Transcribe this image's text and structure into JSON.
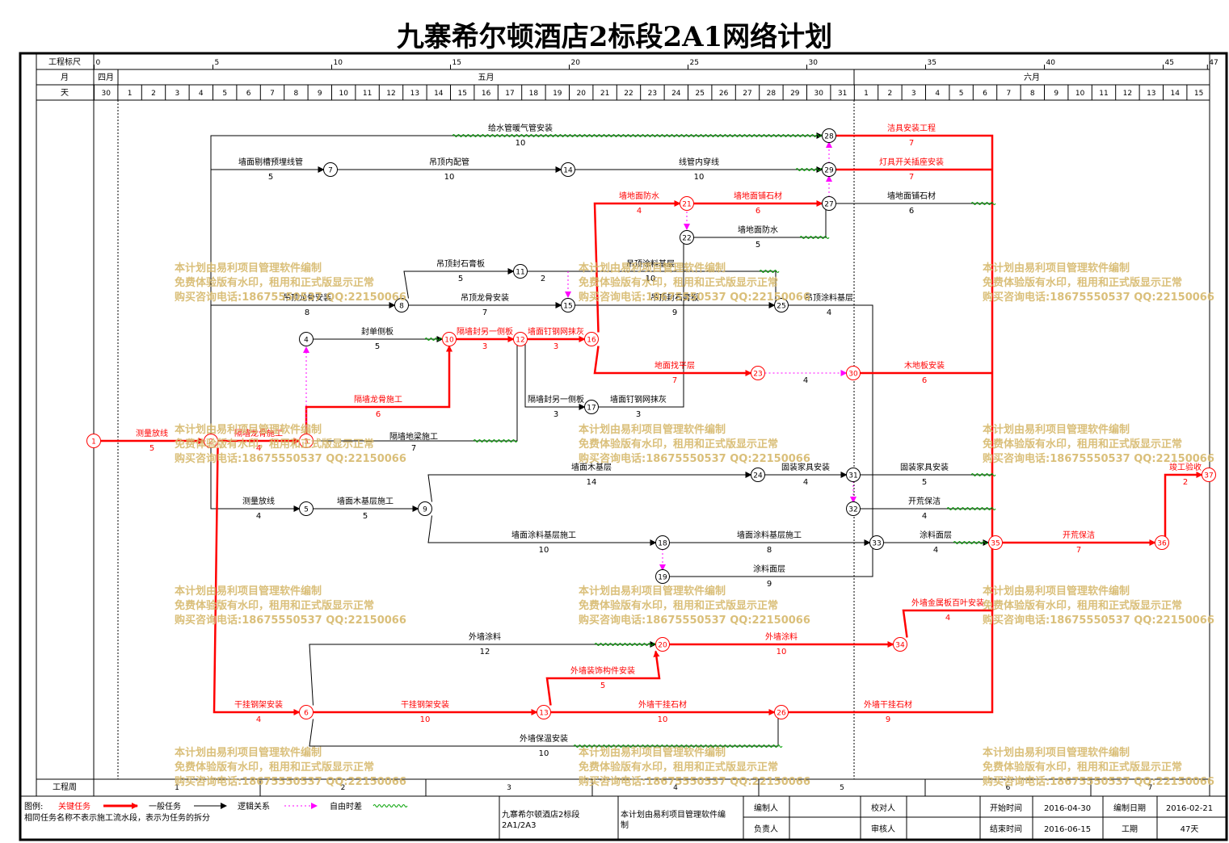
{
  "title": "九寨希尔顿酒店2标段2A1网络计划",
  "header": {
    "scale_label": "工程标尺",
    "month_label": "月",
    "day_label": "天",
    "week_label": "工程周",
    "scale_ticks": [
      "0",
      "5",
      "10",
      "15",
      "20",
      "25",
      "30",
      "35",
      "40",
      "45",
      "47"
    ],
    "months": [
      "四月",
      "五月",
      "六月"
    ],
    "days": [
      "30",
      "1",
      "2",
      "3",
      "4",
      "5",
      "6",
      "7",
      "8",
      "9",
      "10",
      "11",
      "12",
      "13",
      "14",
      "15",
      "16",
      "17",
      "18",
      "19",
      "20",
      "21",
      "22",
      "23",
      "24",
      "25",
      "26",
      "27",
      "28",
      "29",
      "30",
      "31",
      "1",
      "2",
      "3",
      "4",
      "5",
      "6",
      "7",
      "8",
      "9",
      "10",
      "11",
      "12",
      "13",
      "14",
      "15"
    ],
    "weeks": [
      "1",
      "2",
      "3",
      "4",
      "5",
      "6",
      "7"
    ]
  },
  "nodes": [
    {
      "id": "1",
      "critical": true
    },
    {
      "id": "2",
      "critical": true
    },
    {
      "id": "3",
      "critical": true
    },
    {
      "id": "4",
      "critical": false
    },
    {
      "id": "5",
      "critical": false
    },
    {
      "id": "6",
      "critical": true
    },
    {
      "id": "7",
      "critical": false
    },
    {
      "id": "8",
      "critical": false
    },
    {
      "id": "9",
      "critical": false
    },
    {
      "id": "10",
      "critical": true
    },
    {
      "id": "11",
      "critical": false
    },
    {
      "id": "12",
      "critical": true
    },
    {
      "id": "13",
      "critical": true
    },
    {
      "id": "14",
      "critical": false
    },
    {
      "id": "15",
      "critical": false
    },
    {
      "id": "16",
      "critical": true
    },
    {
      "id": "17",
      "critical": false
    },
    {
      "id": "18",
      "critical": false
    },
    {
      "id": "19",
      "critical": false
    },
    {
      "id": "20",
      "critical": true
    },
    {
      "id": "21",
      "critical": true
    },
    {
      "id": "22",
      "critical": false
    },
    {
      "id": "23",
      "critical": true
    },
    {
      "id": "24",
      "critical": false
    },
    {
      "id": "25",
      "critical": false
    },
    {
      "id": "26",
      "critical": true
    },
    {
      "id": "27",
      "critical": false
    },
    {
      "id": "28",
      "critical": false
    },
    {
      "id": "29",
      "critical": false
    },
    {
      "id": "30",
      "critical": true
    },
    {
      "id": "31",
      "critical": false
    },
    {
      "id": "32",
      "critical": false
    },
    {
      "id": "33",
      "critical": false
    },
    {
      "id": "34",
      "critical": true
    },
    {
      "id": "35",
      "critical": true
    },
    {
      "id": "36",
      "critical": true
    },
    {
      "id": "37",
      "critical": true
    }
  ],
  "tasks": [
    {
      "from": "1",
      "to": "2",
      "name": "测量放线",
      "duration": "5",
      "critical": true
    },
    {
      "from": "2",
      "to": "3",
      "name": "隔墙龙骨施工",
      "duration": "4",
      "critical": true
    },
    {
      "from": "3",
      "to": "10",
      "name": "隔墙龙骨施工",
      "duration": "6",
      "critical": true
    },
    {
      "from": "3",
      "to": "12",
      "name": "隔墙地梁施工",
      "duration": "7",
      "critical": false
    },
    {
      "from": "4",
      "to": "10",
      "name": "封单侧板",
      "duration": "5",
      "critical": false
    },
    {
      "from": "10",
      "to": "12",
      "name": "隔墙封另一侧板",
      "duration": "3",
      "critical": true
    },
    {
      "from": "12",
      "to": "16",
      "name": "墙面钉钢网抹灰",
      "duration": "3",
      "critical": true
    },
    {
      "from": "12",
      "to": "17",
      "name": "隔墙封另一侧板",
      "duration": "3",
      "critical": false
    },
    {
      "from": "17",
      "to": "22",
      "name": "墙面钉钢网抹灰",
      "duration": "3",
      "critical": false
    },
    {
      "from": "2",
      "to": "8",
      "name": "吊顶龙骨安装",
      "duration": "8",
      "critical": false
    },
    {
      "from": "8",
      "to": "11",
      "name": "吊顶封石膏板",
      "duration": "5",
      "critical": false
    },
    {
      "from": "8",
      "to": "15",
      "name": "吊顶龙骨安装",
      "duration": "7",
      "critical": false
    },
    {
      "from": "11",
      "to": "25",
      "name": "",
      "duration": "2",
      "critical": false
    },
    {
      "from": "11",
      "to": "25",
      "name": "吊顶涂料基层",
      "duration": "10",
      "critical": false
    },
    {
      "from": "15",
      "to": "25",
      "name": "吊顶封石膏板",
      "duration": "9",
      "critical": false
    },
    {
      "from": "25",
      "to": "33",
      "name": "吊顶涂料基层",
      "duration": "4",
      "critical": false
    },
    {
      "from": "2",
      "to": "7",
      "name": "墙面剔槽预埋线管",
      "duration": "5",
      "critical": false
    },
    {
      "from": "7",
      "to": "14",
      "name": "吊顶内配管",
      "duration": "10",
      "critical": false
    },
    {
      "from": "14",
      "to": "29",
      "name": "线管内穿线",
      "duration": "10",
      "critical": false
    },
    {
      "from": "2",
      "to": "28",
      "name": "给水管暖气管安装",
      "duration": "10",
      "critical": false
    },
    {
      "from": "28",
      "to": "35",
      "name": "洁具安装工程",
      "duration": "7",
      "critical": true
    },
    {
      "from": "29",
      "to": "35",
      "name": "灯具开关插座安装",
      "duration": "7",
      "critical": true
    },
    {
      "from": "16",
      "to": "21",
      "name": "墙地面防水",
      "duration": "4",
      "critical": true
    },
    {
      "from": "21",
      "to": "27",
      "name": "墙地面铺石材",
      "duration": "6",
      "critical": true
    },
    {
      "from": "22",
      "to": "27",
      "name": "墙地面防水",
      "duration": "5",
      "critical": false
    },
    {
      "from": "27",
      "to": "35",
      "name": "墙地面铺石材",
      "duration": "6",
      "critical": false
    },
    {
      "from": "16",
      "to": "23",
      "name": "地面找平层",
      "duration": "7",
      "critical": true
    },
    {
      "from": "23",
      "to": "30",
      "name": "",
      "duration": "4",
      "critical": false
    },
    {
      "from": "30",
      "to": "35",
      "name": "木地板安装",
      "duration": "6",
      "critical": true
    },
    {
      "from": "2",
      "to": "5",
      "name": "测量放线",
      "duration": "4",
      "critical": false
    },
    {
      "from": "5",
      "to": "9",
      "name": "墙面木基层施工",
      "duration": "5",
      "critical": false
    },
    {
      "from": "9",
      "to": "24",
      "name": "墙面木基层",
      "duration": "14",
      "critical": false
    },
    {
      "from": "24",
      "to": "31",
      "name": "固装家具安装",
      "duration": "4",
      "critical": false
    },
    {
      "from": "31",
      "to": "35",
      "name": "固装家具安装",
      "duration": "5",
      "critical": false
    },
    {
      "from": "32",
      "to": "35",
      "name": "开荒保洁",
      "duration": "4",
      "critical": false
    },
    {
      "from": "9",
      "to": "18",
      "name": "墙面涂料基层施工",
      "duration": "10",
      "critical": false
    },
    {
      "from": "18",
      "to": "33",
      "name": "墙面涂料基层施工",
      "duration": "8",
      "critical": false
    },
    {
      "from": "19",
      "to": "33",
      "name": "涂料面层",
      "duration": "9",
      "critical": false
    },
    {
      "from": "33",
      "to": "35",
      "name": "涂料面层",
      "duration": "4",
      "critical": false
    },
    {
      "from": "35",
      "to": "36",
      "name": "开荒保洁",
      "duration": "7",
      "critical": true
    },
    {
      "from": "36",
      "to": "37",
      "name": "竣工验收",
      "duration": "2",
      "critical": true
    },
    {
      "from": "2",
      "to": "6",
      "name": "干挂钢架安装",
      "duration": "4",
      "critical": true
    },
    {
      "from": "6",
      "to": "13",
      "name": "干挂钢架安装",
      "duration": "10",
      "critical": true
    },
    {
      "from": "6",
      "to": "20",
      "name": "外墙涂料",
      "duration": "12",
      "critical": false
    },
    {
      "from": "13",
      "to": "20",
      "name": "外墙装饰构件安装",
      "duration": "5",
      "critical": true
    },
    {
      "from": "20",
      "to": "34",
      "name": "外墙涂料",
      "duration": "10",
      "critical": true
    },
    {
      "from": "34",
      "to": "35",
      "name": "外墙金属板百叶安装",
      "duration": "4",
      "critical": true
    },
    {
      "from": "13",
      "to": "26",
      "name": "外墙干挂石材",
      "duration": "10",
      "critical": true
    },
    {
      "from": "26",
      "to": "35",
      "name": "外墙干挂石材",
      "duration": "9",
      "critical": true
    },
    {
      "from": "6",
      "to": "26",
      "name": "外墙保温安装",
      "duration": "10",
      "critical": false
    }
  ],
  "watermark": [
    "本计划由易利项目管理软件编制",
    "免费体验版有水印，租用和正式版显示正常",
    "购买咨询电话:18675550537 QQ:22150066"
  ],
  "legend": {
    "label": "图例:",
    "critical": "关键任务",
    "normal": "一般任务",
    "logic": "逻辑关系",
    "float": "自由时差",
    "note": "相同任务名称不表示施工流水段，表示为任务的拆分",
    "colors": {
      "critical": "#ff0000",
      "normal": "#000000",
      "logic": "#ff00ff",
      "float": "#00a000",
      "watermark": "#d6b96c"
    }
  },
  "footer": {
    "project": "九寨希尔顿酒店2标段",
    "project_sub": "2A1/2A3",
    "software": "本计划由易利项目管理软件编制",
    "editor": "编制人",
    "owner": "负责人",
    "checker": "校对人",
    "reviewer": "审核人",
    "start_label": "开始时间",
    "start": "2016-04-30",
    "end_label": "结束时间",
    "end": "2016-06-15",
    "date_label": "编制日期",
    "date": "2016-02-21",
    "period_label": "工期",
    "period": "47天"
  }
}
